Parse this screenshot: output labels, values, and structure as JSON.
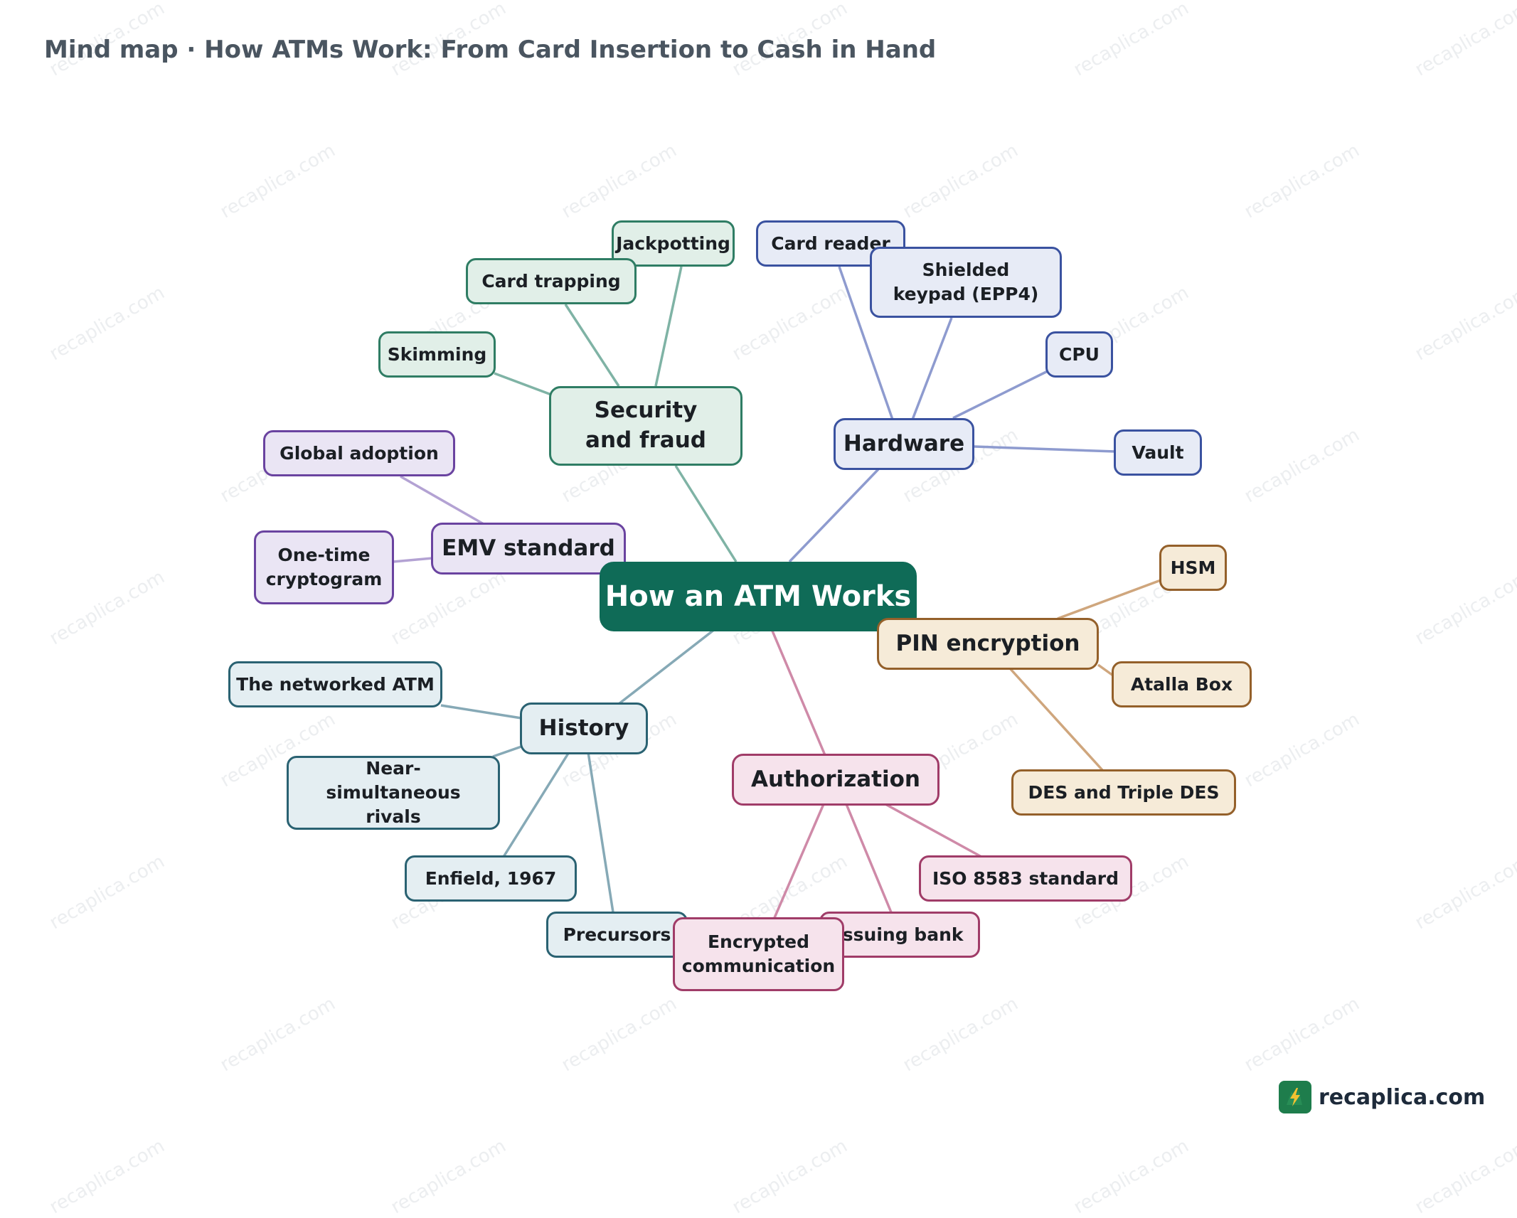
{
  "page": {
    "title": "Mind map · How ATMs Work: From Card Insertion to Cash in Hand"
  },
  "colors": {
    "root": "#0f6b57",
    "security": "#2f7d64",
    "hardware": "#3a52a0",
    "emv": "#6a43a0",
    "pin": "#94602a",
    "history": "#2a6272",
    "authorization": "#a03c68"
  },
  "root": {
    "label": "How an ATM Works"
  },
  "branches": {
    "security": {
      "label": "Security and fraud",
      "children": [
        "Jackpotting",
        "Card trapping",
        "Skimming"
      ]
    },
    "hardware": {
      "label": "Hardware",
      "children": [
        "Card reader",
        "Shielded keypad (EPP4)",
        "CPU",
        "Vault"
      ]
    },
    "emv": {
      "label": "EMV standard",
      "children": [
        "Global adoption",
        "One-time cryptogram"
      ]
    },
    "pin": {
      "label": "PIN encryption",
      "children": [
        "HSM",
        "Atalla Box",
        "DES and Triple DES"
      ]
    },
    "history": {
      "label": "History",
      "children": [
        "The networked ATM",
        "Near-simultaneous rivals",
        "Enfield, 1967",
        "Precursors"
      ]
    },
    "authorization": {
      "label": "Authorization",
      "children": [
        "ISO 8583 standard",
        "Issuing bank",
        "Encrypted communication"
      ]
    }
  },
  "watermark": {
    "text": "recaplica.com"
  },
  "brand": {
    "text": "recaplica.com",
    "icon": "lightning-bolt-icon"
  }
}
